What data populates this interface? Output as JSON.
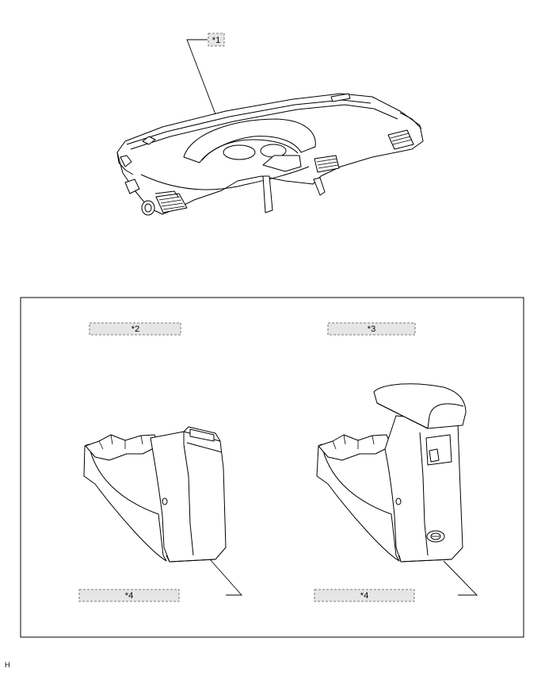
{
  "callouts": {
    "c1": "*1",
    "c2": "*2",
    "c3": "*3",
    "c4a": "*4",
    "c4b": "*4"
  },
  "footer_code": "H",
  "colors": {
    "line": "#000000",
    "part_fill": "#ffffff",
    "box_dash": "#555555",
    "callout_bg": "#e6e6e6"
  }
}
